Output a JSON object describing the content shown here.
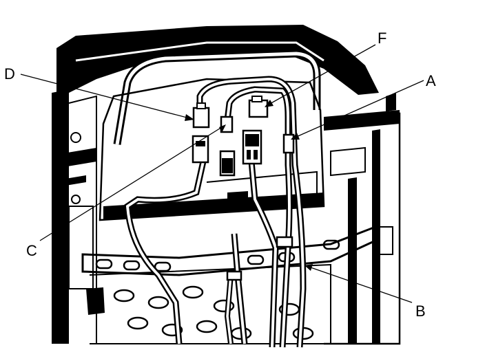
{
  "figure": {
    "callouts": [
      {
        "id": "D",
        "label": "D"
      },
      {
        "id": "F",
        "label": "F"
      },
      {
        "id": "A",
        "label": "A"
      },
      {
        "id": "C",
        "label": "C"
      },
      {
        "id": "B",
        "label": "B"
      }
    ]
  },
  "colors": {
    "ink": "#000000",
    "paper": "#ffffff"
  }
}
